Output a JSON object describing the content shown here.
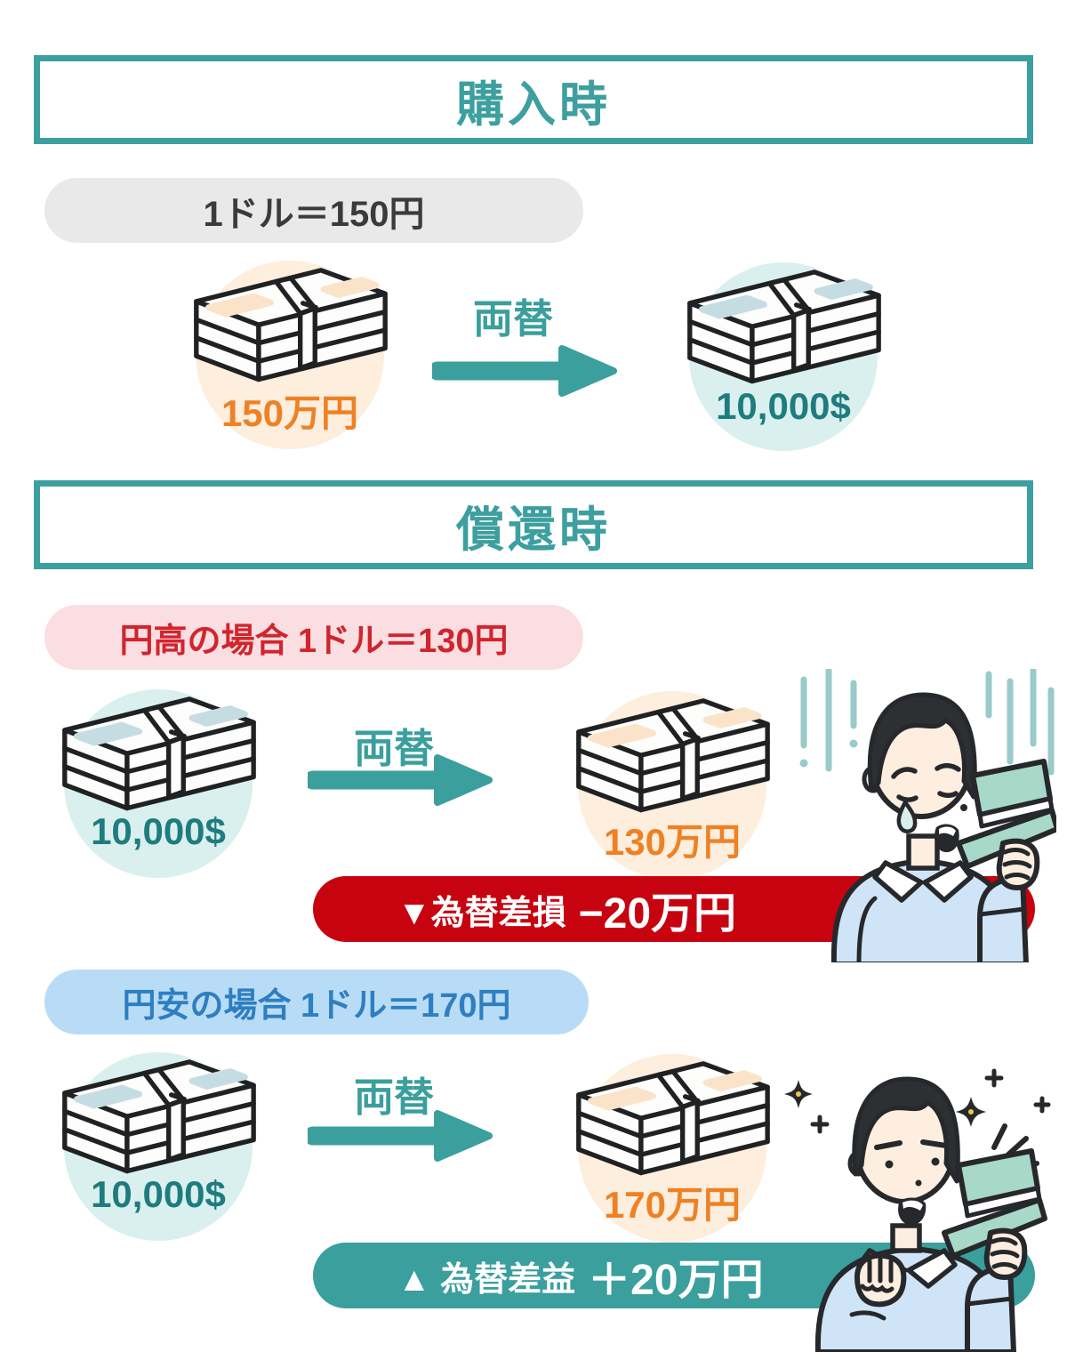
{
  "colors": {
    "teal": "#3a9f9d",
    "teal_dark": "#1f7c7e",
    "orange": "#ee8124",
    "red_banner": "#c70310",
    "red_text": "#d1252d",
    "pink_pill": "#fbdee2",
    "blue_text": "#2e7fc1",
    "blue_pill": "#b9dcf6",
    "gray_pill": "#e9e9e9",
    "dark_text": "#3b3b3b",
    "yen_circle": "#fdeedd",
    "usd_circle": "#d9f0ee"
  },
  "purchase": {
    "title": "購入時",
    "rate": "1ドル＝150円",
    "from_amount": "150万円",
    "exchange_label": "両替",
    "to_amount": "10,000$"
  },
  "redemption": {
    "title": "償還時",
    "yen_high": {
      "rate": "円高の場合 1ドル＝130円",
      "from_amount": "10,000$",
      "exchange_label": "両替",
      "to_amount": "130万円",
      "result_prefix": "▼為替差損",
      "result_amount": "−20万円"
    },
    "yen_low": {
      "rate": "円安の場合 1ドル＝170円",
      "from_amount": "10,000$",
      "exchange_label": "両替",
      "to_amount": "170万円",
      "result_prefix": "▲ 為替差益",
      "result_amount": "＋20万円"
    }
  }
}
